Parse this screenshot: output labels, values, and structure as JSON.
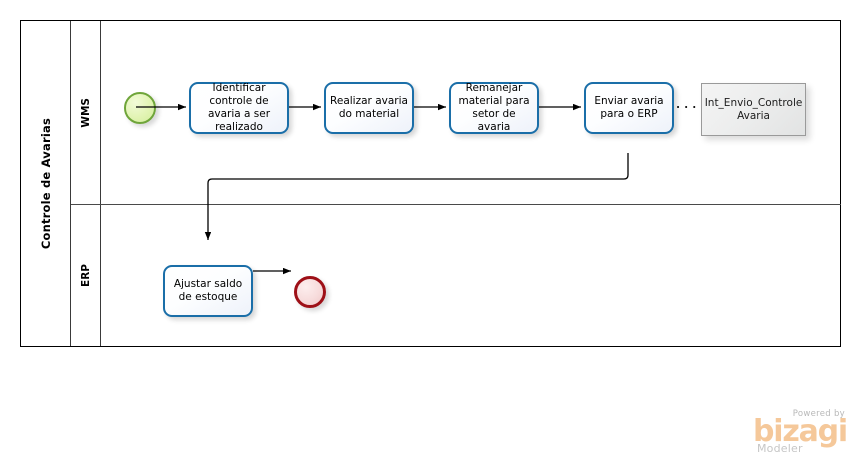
{
  "diagram": {
    "type": "bpmn-process",
    "pool": {
      "label": "Controle de Avarias"
    },
    "lanes": [
      {
        "id": "wms",
        "label": "WMS"
      },
      {
        "id": "erp",
        "label": "ERP"
      }
    ],
    "nodes": [
      {
        "id": "start",
        "kind": "start-event",
        "lane": "wms",
        "label": ""
      },
      {
        "id": "task1",
        "kind": "task",
        "lane": "wms",
        "label": "Identificar controle de avaria a ser realizado"
      },
      {
        "id": "task2",
        "kind": "task",
        "lane": "wms",
        "label": "Realizar avaria do material"
      },
      {
        "id": "task3",
        "kind": "task",
        "lane": "wms",
        "label": "Remanejar material para setor de avaria"
      },
      {
        "id": "task4",
        "kind": "task",
        "lane": "wms",
        "label": "Enviar avaria para o ERP"
      },
      {
        "id": "artifact",
        "kind": "data-object",
        "lane": "wms",
        "label": "Int_Envio_Controle Avaria"
      },
      {
        "id": "task5",
        "kind": "task",
        "lane": "erp",
        "label": "Ajustar saldo de estoque"
      },
      {
        "id": "end",
        "kind": "end-event",
        "lane": "erp",
        "label": ""
      }
    ],
    "connections": [
      {
        "from": "start",
        "to": "task1",
        "style": "sequence"
      },
      {
        "from": "task1",
        "to": "task2",
        "style": "sequence"
      },
      {
        "from": "task2",
        "to": "task3",
        "style": "sequence"
      },
      {
        "from": "task3",
        "to": "task4",
        "style": "sequence"
      },
      {
        "from": "task4",
        "to": "artifact",
        "style": "association-dotted"
      },
      {
        "from": "task4",
        "to": "task5",
        "style": "sequence"
      },
      {
        "from": "task5",
        "to": "end",
        "style": "sequence"
      }
    ]
  },
  "colors": {
    "task_border": "#1a6ea8",
    "start_border": "#6fa53a",
    "start_fill": "#e2f4b4",
    "end_border": "#9e1017",
    "end_fill": "#f7dcdc",
    "artifact_border": "#9a9a9a",
    "connector": "#000000",
    "pool_border": "#000000",
    "brand_name": "#f5c89a",
    "brand_sub": "#c6c6c6"
  },
  "branding": {
    "powered_by": "Powered by",
    "name": "bizagi",
    "product": "Modeler"
  }
}
